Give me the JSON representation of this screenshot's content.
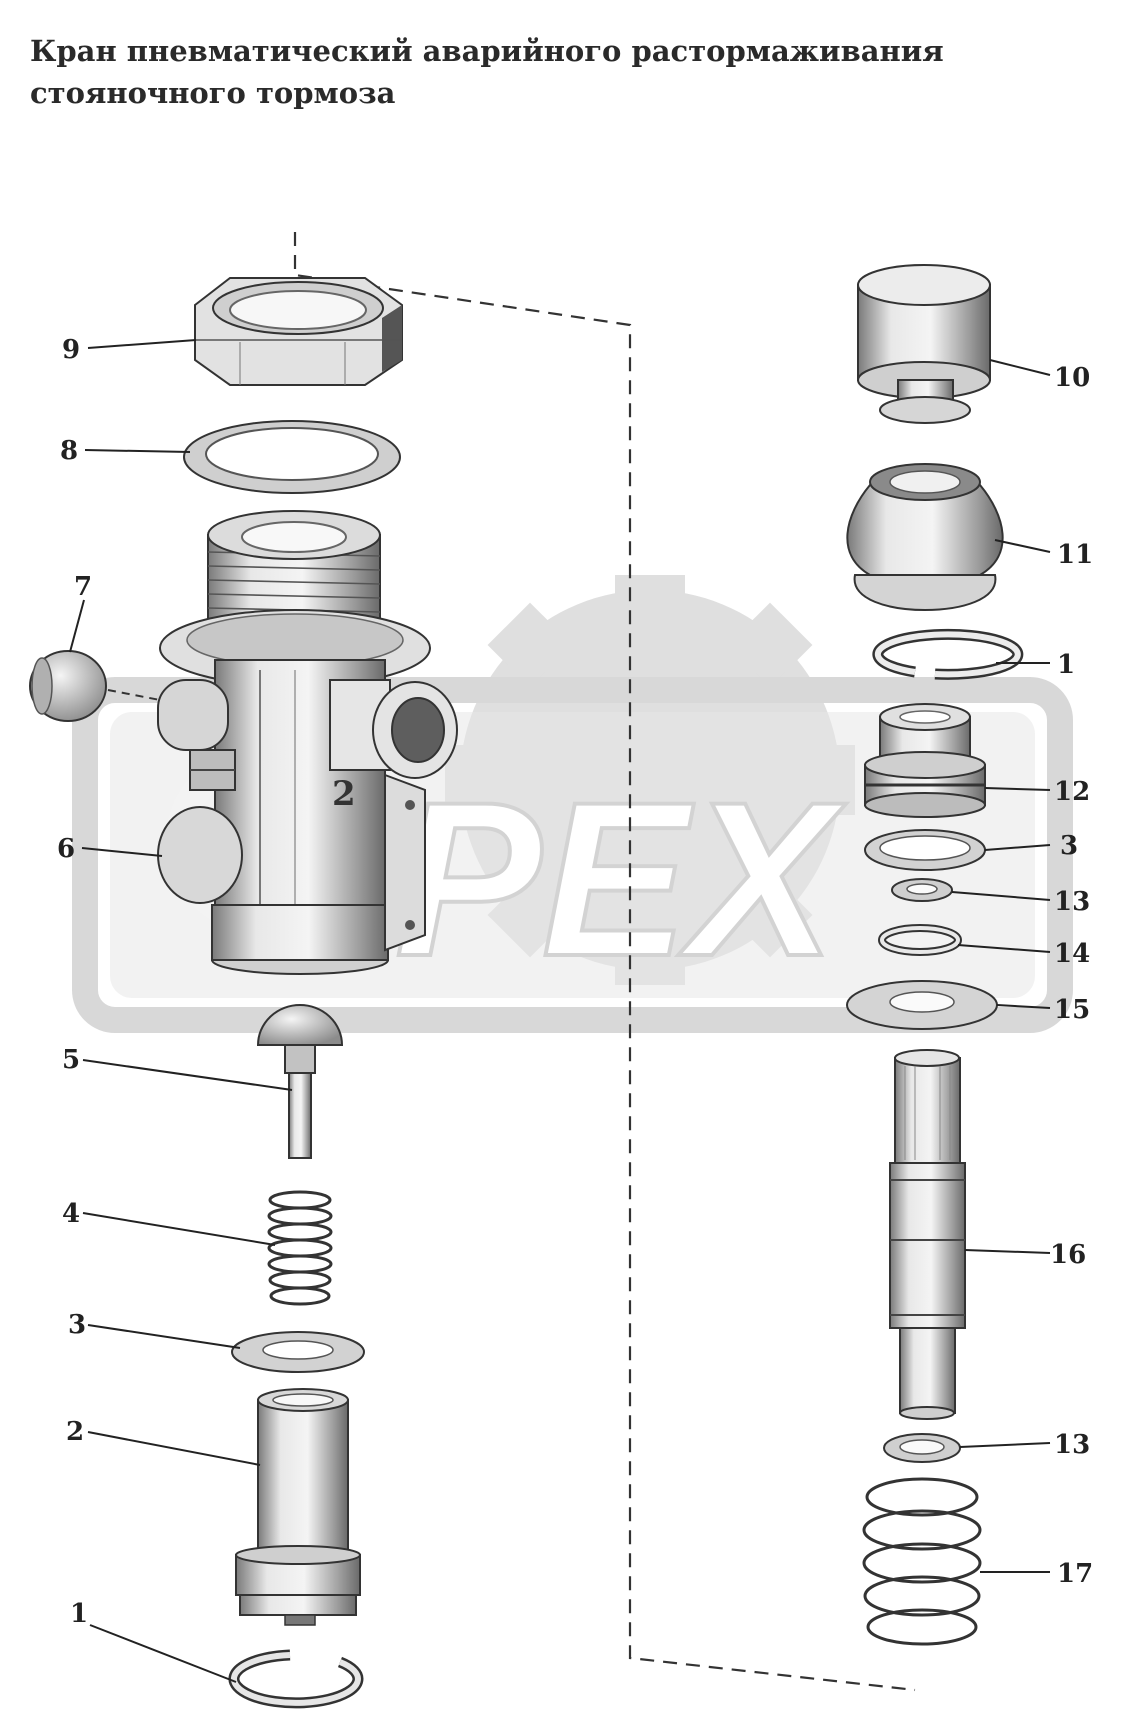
{
  "title": {
    "line1": "Кран пневматический аварийного растормаживания",
    "line2": "стояночного тормоза"
  },
  "watermark": "PEX",
  "body_marking": "2",
  "callouts": {
    "p9": "9",
    "p8": "8",
    "p7": "7",
    "p6": "6",
    "p5": "5",
    "p4": "4",
    "p3": "3",
    "p2": "2",
    "p1": "1",
    "p10": "10",
    "p11": "11",
    "p1r": "1",
    "p12": "12",
    "p3r": "3",
    "p13a": "13",
    "p14": "14",
    "p15": "15",
    "p16": "16",
    "p13b": "13",
    "p17": "17"
  },
  "colors": {
    "ink": "#222222",
    "metal_light": "#e6e6e6",
    "metal_mid": "#bdbdbd",
    "metal_dark": "#6b6b6b",
    "watermark": "#d8d8d8"
  }
}
